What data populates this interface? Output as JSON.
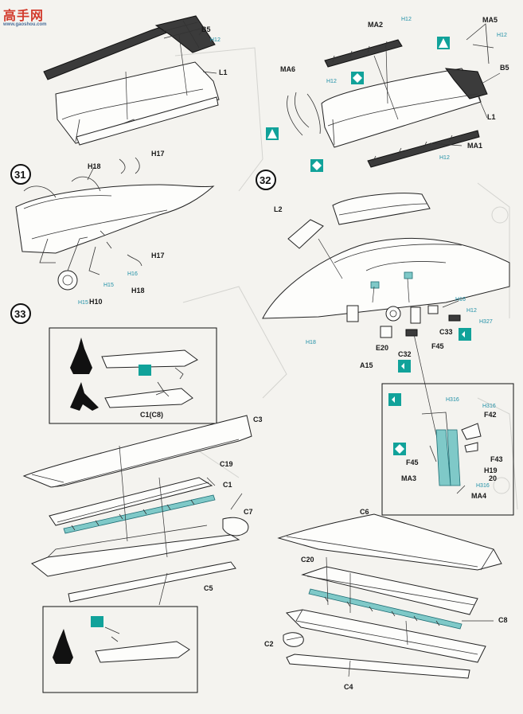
{
  "watermark": {
    "brand": "高手网",
    "sub": "www.gaoshou.com"
  },
  "steps": {
    "s31": "31",
    "s32": "32",
    "s33": "33"
  },
  "labels": {
    "b5_top": "B5",
    "l1_top": "L1",
    "h12_top": "H12",
    "ma2": "MA2",
    "ma5": "MA5",
    "ma6": "MA6",
    "b5_right": "B5",
    "l1_right": "L1",
    "ma1": "MA1",
    "h12_a": "H12",
    "h12_b": "H12",
    "h12_c": "H12",
    "h12_d": "H12",
    "h18_a": "H18",
    "h17_a": "H17",
    "h17_b": "H17",
    "h18_b": "H18",
    "h10": "H10",
    "h16_a": "H16",
    "h15": "H15",
    "h15_b": "H15",
    "l2": "L2",
    "h16_b": "H16",
    "h12_e": "H12",
    "h327": "H327",
    "c33": "C33",
    "a15": "A15",
    "e20": "E20",
    "c32": "C32",
    "f45": "F45",
    "h18_c": "H18",
    "h316_a": "H316",
    "h316_b": "H316",
    "f42": "F42",
    "f43": "F43",
    "f45_b": "F45",
    "h19": "H19",
    "n20": "20",
    "ma3": "MA3",
    "ma4": "MA4",
    "h316_c": "H316",
    "c1c8": "C1(C8)",
    "c3": "C3",
    "c19": "C19",
    "c1": "C1",
    "c7": "C7",
    "c5": "C5",
    "c6": "C6",
    "c20": "C20",
    "c8": "C8",
    "c2": "C2",
    "c4": "C4"
  }
}
